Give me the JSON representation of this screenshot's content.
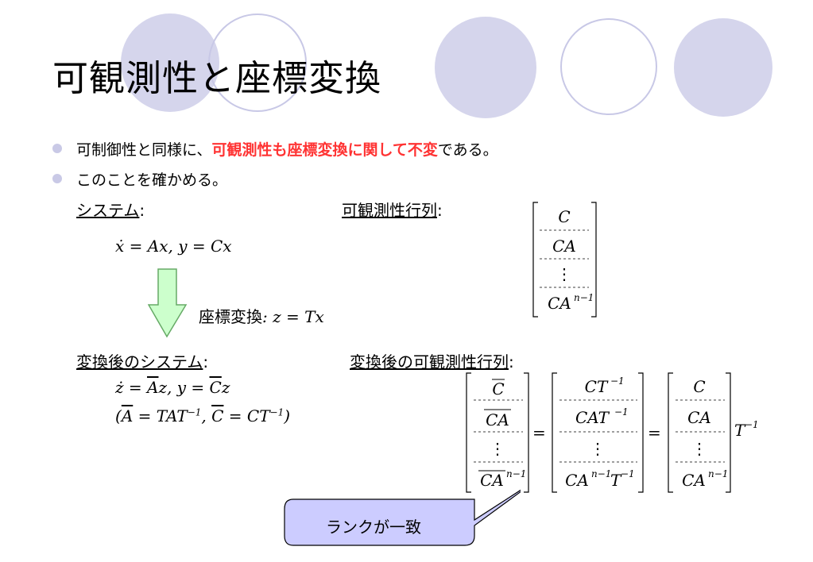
{
  "title": "可観測性と座標変換",
  "bullets": {
    "b1_prefix": "可制御性と同様に、",
    "b1_highlight": "可観測性も座標変換に関して不変",
    "b1_suffix": "である。",
    "b2": "このことを確かめる。"
  },
  "labels": {
    "system": "システム",
    "colon": ":",
    "observability_matrix": "可観測性行列",
    "transformed_system": "変換後のシステム",
    "transformed_observability": "変換後の可観測性行列",
    "coord_transform": "座標変換"
  },
  "equations": {
    "state": "ẋ = Ax,   y = Cx",
    "transform": ": z = Tx",
    "transformed_state_a": "ż = ",
    "transformed_state_b": "A",
    "transformed_state_c": "z,   y = ",
    "transformed_state_d": "C",
    "transformed_state_e": "z",
    "defs_a": "(",
    "defs_b": "A",
    "defs_c": " = TAT",
    "defs_d": "−1",
    "defs_e": ",   ",
    "defs_f": "C",
    "defs_g": " = CT",
    "defs_h": "−1",
    "defs_i": ")"
  },
  "matrix1": {
    "rows": [
      "C",
      "CA",
      "⋮",
      "CA"
    ],
    "exp": "n−1"
  },
  "matrix_bar": {
    "r1": "C",
    "r2": "CA",
    "r3": "⋮",
    "r4": "CA",
    "exp": "n−1"
  },
  "matrix_mid": {
    "r1": "CT",
    "r1e": "−1",
    "r2": "CAT",
    "r2e": "−1",
    "r3": "⋮",
    "r4": "CA",
    "r4e": "n−1",
    "r4b": "T",
    "r4be": "−1"
  },
  "matrix_right": {
    "r1": "C",
    "r2": "CA",
    "r3": "⋮",
    "r4": "CA",
    "exp": "n−1"
  },
  "equals": "=",
  "t_inverse": {
    "base": "T",
    "exp": "−1"
  },
  "callout": "ランクが一致",
  "colors": {
    "circle_fill": "#d5d5ec",
    "circle_outline": "#c8c8e6",
    "arrow_fill": "#ccffcc",
    "arrow_stroke": "#66aa66",
    "callout_fill": "#ccccff",
    "highlight": "#ff3333"
  }
}
